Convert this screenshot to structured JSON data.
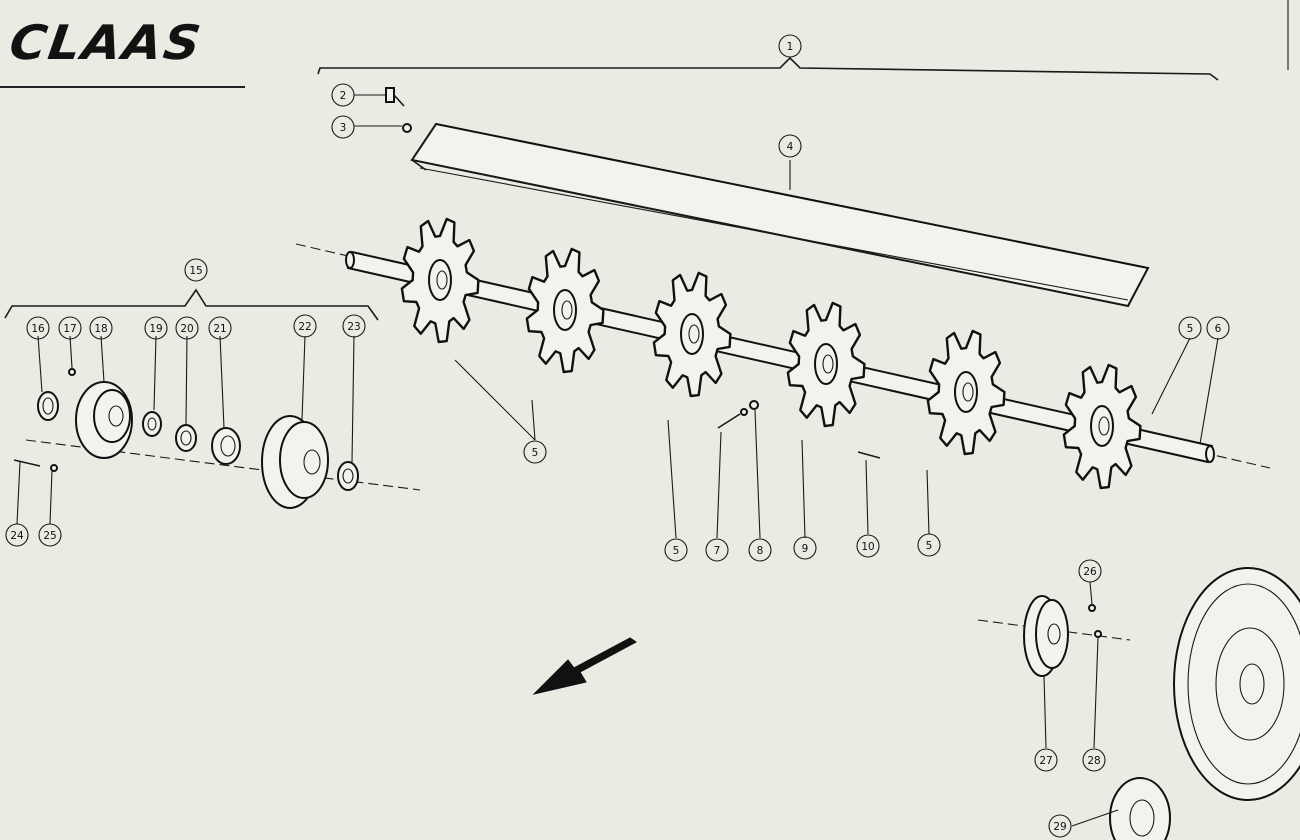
{
  "brand": {
    "logo_text": "CLAAS"
  },
  "callouts": {
    "c1": "1",
    "c2": "2",
    "c3": "3",
    "c4": "4",
    "c5a": "5",
    "c6": "6",
    "c5b": "5",
    "c5c": "5",
    "c7": "7",
    "c8": "8",
    "c9": "9",
    "c10": "10",
    "c5d": "5",
    "c15": "15",
    "c16": "16",
    "c17": "17",
    "c18": "18",
    "c19": "19",
    "c20": "20",
    "c21": "21",
    "c22": "22",
    "c23": "23",
    "c24": "24",
    "c25": "25",
    "c26": "26",
    "c27": "27",
    "c28": "28",
    "c29": "29"
  }
}
